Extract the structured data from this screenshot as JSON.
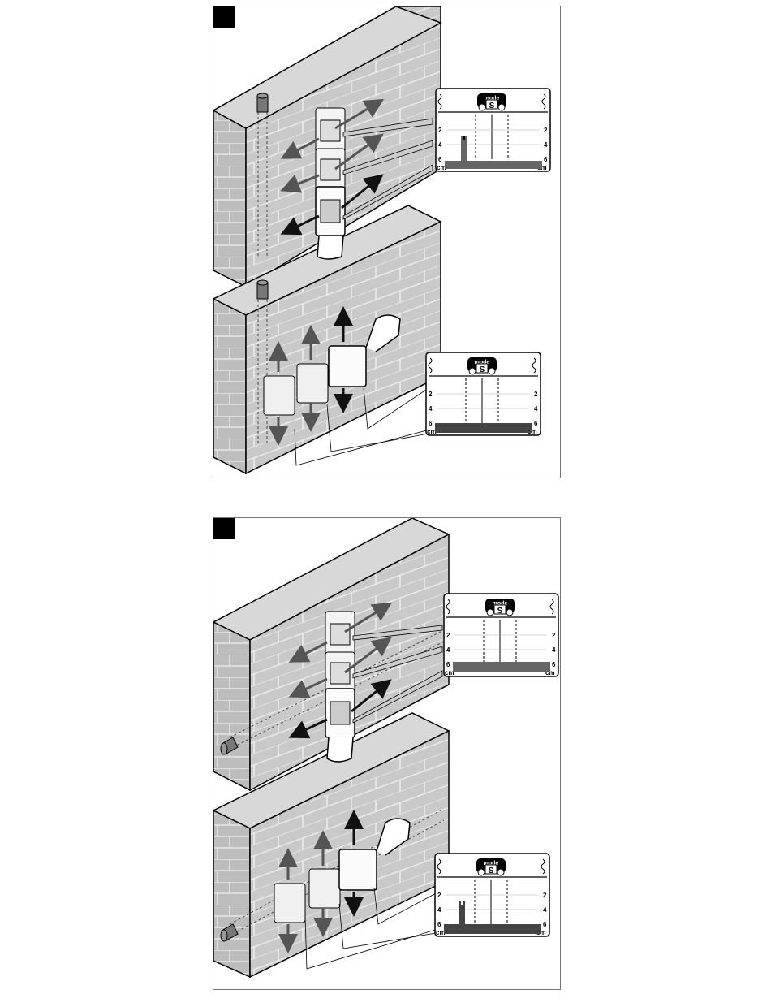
{
  "figures": [
    {
      "id": "panel-a",
      "pipe_orientation": "vertical",
      "wall_color": "#c8c8c8",
      "displays": [
        {
          "mode_label": "mode",
          "s_label": "S",
          "ticks": [
            "2",
            "4",
            "6"
          ],
          "unit": "cm",
          "object_bar": "left"
        },
        {
          "mode_label": "mode",
          "s_label": "S",
          "ticks": [
            "2",
            "4",
            "6"
          ],
          "unit": "cm",
          "object_bar": "center"
        }
      ]
    },
    {
      "id": "panel-b",
      "pipe_orientation": "horizontal",
      "wall_color": "#c8c8c8",
      "displays": [
        {
          "mode_label": "mode",
          "s_label": "S",
          "ticks": [
            "2",
            "4",
            "6"
          ],
          "unit": "cm",
          "object_bar": "center"
        },
        {
          "mode_label": "mode",
          "s_label": "S",
          "ticks": [
            "2",
            "4",
            "6"
          ],
          "unit": "cm",
          "object_bar": "left"
        }
      ]
    }
  ],
  "icons": {
    "corner_marker": "black-square",
    "arrow": "double-arrow",
    "wave": "signal-wave-icon"
  }
}
